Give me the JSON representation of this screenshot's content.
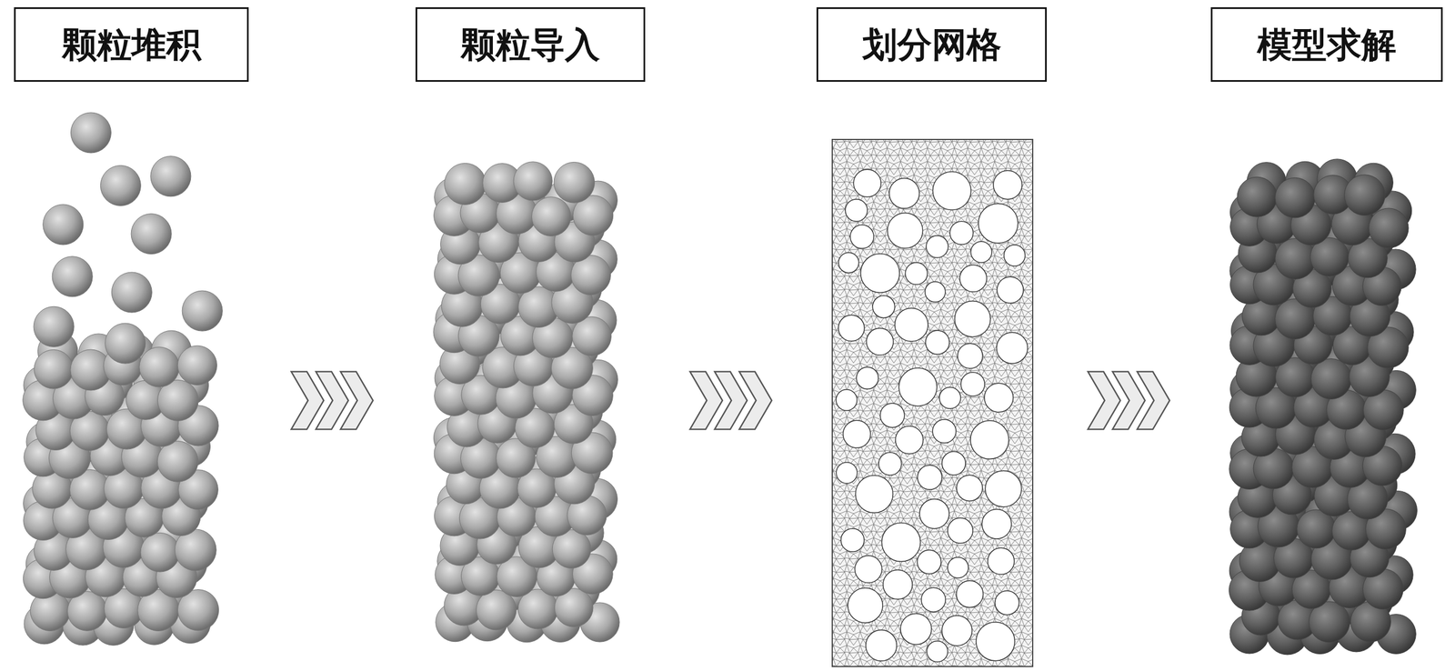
{
  "diagram": {
    "nodes": [
      {
        "text": [
          "颗粒堆积"
        ]
      },
      {
        "text": [
          "颗粒导入"
        ]
      },
      {
        "text": [
          "划分网格"
        ]
      },
      {
        "text": [
          "模型求解"
        ]
      }
    ],
    "edges": [
      {
        "from": 0,
        "to": 1,
        "arrow": "to"
      },
      {
        "from": 1,
        "to": 2,
        "arrow": "to"
      },
      {
        "from": 2,
        "to": 3,
        "arrow": "to"
      }
    ]
  }
}
